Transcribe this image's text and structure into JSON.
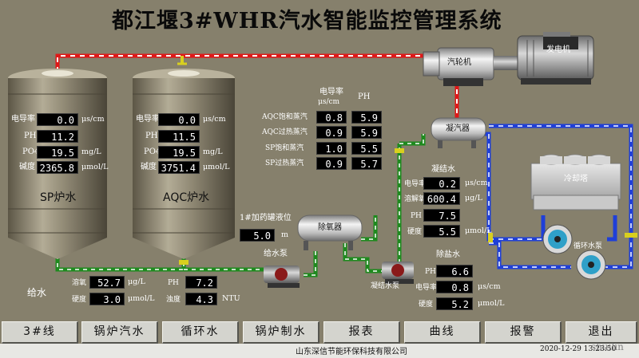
{
  "title": "都江堰3#WHR汽水智能监控管理系统",
  "sp_tank": {
    "name": "SP炉水",
    "rows": [
      {
        "label": "电导率",
        "value": "0.0",
        "unit": "μs/cm"
      },
      {
        "label": "PH",
        "value": "11.2",
        "unit": ""
      },
      {
        "label": "PO4",
        "value": "19.5",
        "unit": "mg/L"
      },
      {
        "label": "碱度",
        "value": "2365.8",
        "unit": "μmol/L"
      }
    ]
  },
  "aqc_tank": {
    "name": "AQC炉水",
    "rows": [
      {
        "label": "电导率",
        "value": "0.0",
        "unit": "μs/cm"
      },
      {
        "label": "PH",
        "value": "11.5",
        "unit": ""
      },
      {
        "label": "PO4",
        "value": "19.5",
        "unit": "mg/L"
      },
      {
        "label": "碱度",
        "value": "3751.4",
        "unit": "μmol/L"
      }
    ]
  },
  "steam_table": {
    "header_conductivity": "电导率",
    "header_conductivity_unit": "μs/cm",
    "header_ph": "PH",
    "rows": [
      {
        "label": "AQC饱和蒸汽",
        "conductivity": "0.8",
        "ph": "5.9"
      },
      {
        "label": "AQC过热蒸汽",
        "conductivity": "0.9",
        "ph": "5.9"
      },
      {
        "label": "SP饱和蒸汽",
        "conductivity": "1.0",
        "ph": "5.5"
      },
      {
        "label": "SP过热蒸汽",
        "conductivity": "0.9",
        "ph": "5.7"
      }
    ]
  },
  "dosing_tank": {
    "label": "1#加药罐液位",
    "value": "5.0",
    "unit": "m"
  },
  "equipment": {
    "turbine": "汽轮机",
    "generator": "发电机",
    "condenser": "凝汽器",
    "deaerator": "除氧器",
    "cooling_tower": "冷却塔",
    "feed_pump": "给水泵",
    "condensate_pump": "凝结水泵",
    "circ_pump": "循环水泵"
  },
  "condensate": {
    "title": "凝结水",
    "rows": [
      {
        "label": "电导率",
        "value": "0.2",
        "unit": "μs/cm"
      },
      {
        "label": "溶解氧",
        "value": "600.4",
        "unit": "μg/L"
      },
      {
        "label": "PH",
        "value": "7.5",
        "unit": ""
      },
      {
        "label": "硬度",
        "value": "5.5",
        "unit": "μmol/L"
      }
    ]
  },
  "demin": {
    "title": "除盐水",
    "rows": [
      {
        "label": "PH",
        "value": "6.6",
        "unit": ""
      },
      {
        "label": "电导率",
        "value": "0.8",
        "unit": "μs/cm"
      },
      {
        "label": "硬度",
        "value": "5.2",
        "unit": "μmol/L"
      }
    ]
  },
  "feedwater": {
    "title": "给水",
    "rows": [
      {
        "label": "溶氧",
        "value": "52.7",
        "unit": "μg/L"
      },
      {
        "label": "硬度",
        "value": "3.0",
        "unit": "μmol/L"
      }
    ],
    "rows2": [
      {
        "label": "PH",
        "value": "7.2",
        "unit": ""
      },
      {
        "label": "浊度",
        "value": "4.3",
        "unit": "NTU"
      }
    ]
  },
  "nav": [
    "3#线",
    "锅炉汽水",
    "循环水",
    "锅炉制水",
    "报表",
    "曲线",
    "报警",
    "退出"
  ],
  "footer": {
    "company": "山东深信节能环保科技有限公司",
    "datetime": "2020-12-29 13:23:50",
    "watermark": "shuilin"
  },
  "colors": {
    "background": "#86806c",
    "steam_pipe": "#e01818",
    "feed_pipe": "#1e8a1e",
    "cooling_pipe": "#1f3fd8",
    "value_box": "#000000"
  }
}
